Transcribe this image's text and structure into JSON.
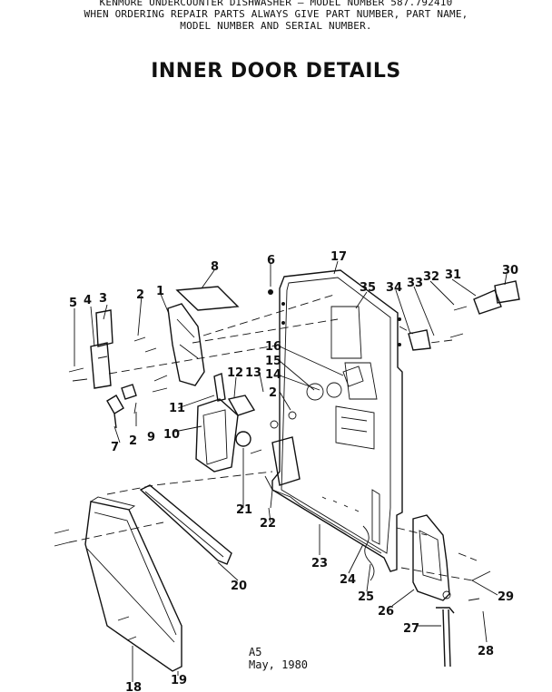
{
  "header": {
    "line1": "KENMORE UNDERCOUNTER DISHWASHER – MODEL NUMBER 587.792410",
    "line2": "WHEN ORDERING REPAIR PARTS ALWAYS GIVE PART NUMBER, PART NAME,",
    "line3": "MODEL NUMBER AND SERIAL NUMBER."
  },
  "title": "INNER DOOR DETAILS",
  "callouts": [
    "1",
    "2",
    "3",
    "4",
    "5",
    "6",
    "7",
    "8",
    "9",
    "10",
    "11",
    "12",
    "13",
    "14",
    "15",
    "16",
    "17",
    "18",
    "19",
    "20",
    "21",
    "22",
    "23",
    "24",
    "25",
    "26",
    "27",
    "28",
    "29",
    "30",
    "31",
    "32",
    "33",
    "34",
    "35"
  ],
  "extra_callouts": {
    "two_b": "2",
    "two_c": "2"
  },
  "footer": {
    "code": "A5",
    "date": "May, 1980"
  }
}
